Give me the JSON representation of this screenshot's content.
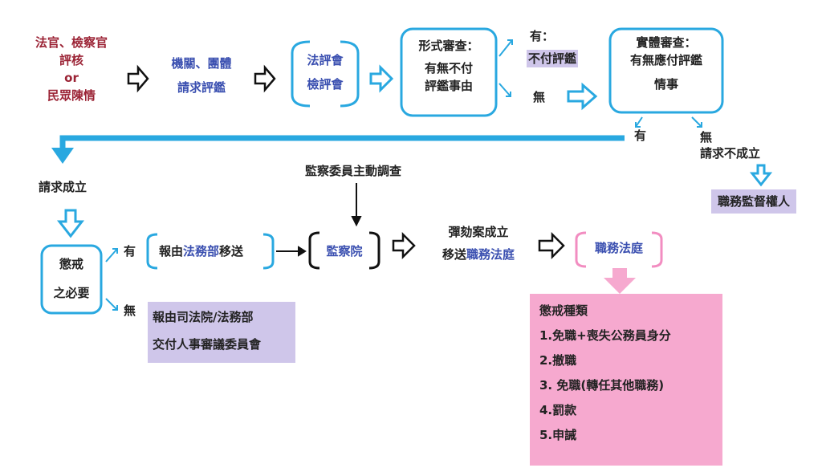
{
  "colors": {
    "accent_blue": "#29a8e0",
    "dark_red": "#9b2335",
    "link_blue": "#3a4fb0",
    "lavender": "#cfc6ea",
    "pink": "#f6a9cf",
    "pink_border": "#f28dc1"
  },
  "source": {
    "line1": "法官、檢察官",
    "line2": "評核",
    "line3": "or",
    "line4": "民眾陳情"
  },
  "request": {
    "line1": "機關、團體",
    "line2": "請求評鑑"
  },
  "committee": {
    "line1": "法評會",
    "line2": "檢評會"
  },
  "formal": {
    "title": "形式審查：",
    "line1": "有無不付",
    "line2": "評鑑事由"
  },
  "formal_yes": {
    "label": "有：",
    "result": "不付評鑑"
  },
  "formal_no": {
    "label": "無"
  },
  "substantive": {
    "title": "實體審查：",
    "line1": "有無應付評鑑",
    "line2": "情事"
  },
  "subst_yes": "有",
  "subst_no": {
    "label": "無",
    "result": "請求不成立"
  },
  "supervision": "職務監督權人",
  "request_ok": "請求成立",
  "discipline_need": {
    "line1": "懲戒",
    "line2": "之必要"
  },
  "need_yes": "有",
  "need_no": "無",
  "ministry_forward": {
    "pre": "報由",
    "highlight": "法務部",
    "post": "移送"
  },
  "council": {
    "line1": "報由司法院/法務部",
    "line2": "交付人事審議委員會"
  },
  "active_investigation": "監察委員主動調查",
  "control_yuan": "監察院",
  "impeachment": {
    "line1": "彈劾案成立",
    "line2_pre": "移送",
    "line2_highlight": "職務法庭"
  },
  "court": "職務法庭",
  "punishments": {
    "title": "懲戒種類",
    "items": [
      "1.免職+喪失公務員身分",
      "2.撤職",
      "3. 免職(轉任其他職務)",
      "4.罰款",
      "5.申誡"
    ]
  }
}
